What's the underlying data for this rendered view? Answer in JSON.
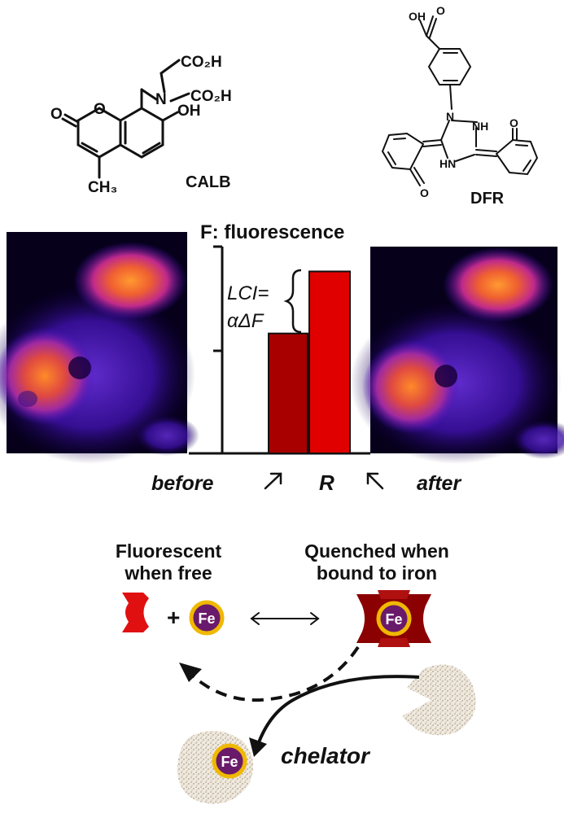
{
  "molecules": {
    "calb": {
      "name": "CALB",
      "groups": {
        "co2h_1": "CO₂H",
        "co2h_2": "CO₂H",
        "n": "N",
        "o_ring": "O",
        "o_carbonyl": "O",
        "oh": "OH",
        "ch3": "CH₃"
      }
    },
    "dfr": {
      "name": "DFR",
      "groups": {
        "oh": "OH",
        "o_acid": "O",
        "n1": "N",
        "nh": "NH",
        "hn": "HN",
        "o_left": "O",
        "o_right": "O"
      }
    }
  },
  "chart": {
    "title": "F: fluorescence",
    "lci_label_line1": "LCI=",
    "lci_label_line2": "αΔF",
    "x_labels": {
      "before": "before",
      "r": "R",
      "after": "after"
    }
  },
  "chart_data": {
    "type": "bar",
    "title": "F: fluorescence",
    "categories": [
      "",
      "R"
    ],
    "values": [
      0.58,
      0.88
    ],
    "colors": [
      "#a80000",
      "#e00000"
    ],
    "ylim": [
      0,
      1
    ]
  },
  "mechanism": {
    "free_label_line1": "Fluorescent",
    "free_label_line2": "when free",
    "bound_label_line1": "Quenched when",
    "bound_label_line2": "bound to iron",
    "plus": "+",
    "fe": "Fe",
    "chelator": "chelator"
  },
  "colors": {
    "probe_free": "#e01010",
    "probe_bound": "#8b0000",
    "fe_fill": "#6a1a6a",
    "fe_ring": "#f0b800",
    "bar_before": "#a80000",
    "bar_after": "#e00000",
    "chelator_fill": "#e8e2d6"
  }
}
